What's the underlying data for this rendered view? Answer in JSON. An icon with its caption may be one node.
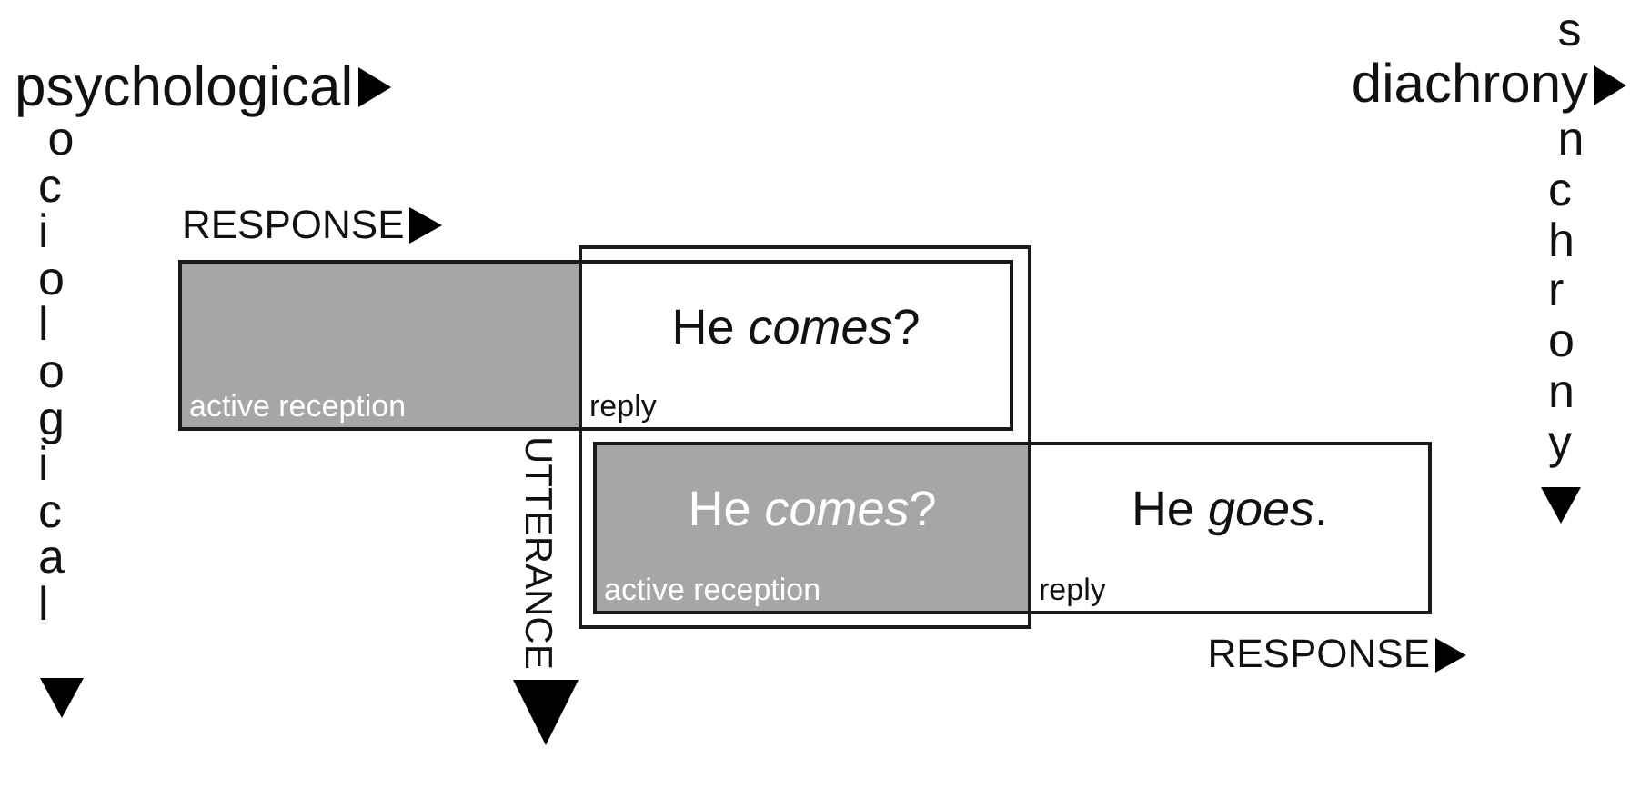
{
  "diagram": {
    "nodes": [
      {
        "text": [
          "active reception"
        ]
      },
      {
        "text": [
          "He *comes*?",
          "reply"
        ]
      },
      {
        "text": [
          "He *comes*?",
          "active reception"
        ]
      },
      {
        "text": [
          "He *goes*.",
          "reply"
        ]
      }
    ],
    "labels": [
      "psychological",
      "ociological",
      "RESPONSE",
      "UTTERANCE",
      "diachrony",
      "s",
      "nchrony",
      "RESPONSE"
    ]
  }
}
